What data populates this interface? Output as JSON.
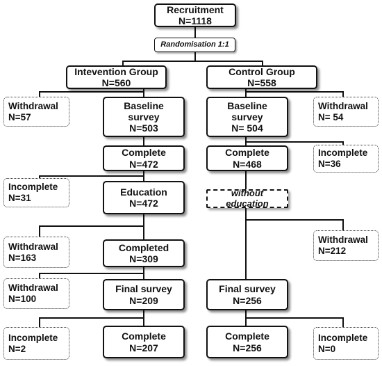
{
  "recruitment": {
    "title": "Recruitment",
    "n": "N=1118"
  },
  "randomisation": "Randomisation 1:1",
  "intervention": {
    "group": {
      "title": "Intevention Group",
      "n": "N=560"
    },
    "withdrawal_1": {
      "title": "Withdrawal",
      "n": "N=57"
    },
    "baseline": {
      "line1": "Baseline",
      "line2": "survey",
      "n": "N=503"
    },
    "complete_1": {
      "title": "Complete",
      "n": "N=472"
    },
    "incomplete_1": {
      "title": "Incomplete",
      "n": "N=31"
    },
    "education": {
      "title": "Education",
      "n": "N=472"
    },
    "withdrawal_2": {
      "title": "Withdrawal",
      "n": "N=163"
    },
    "completed": {
      "title": "Completed",
      "n": "N=309"
    },
    "withdrawal_3": {
      "title": "Withdrawal",
      "n": "N=100"
    },
    "final_survey": {
      "title": "Final survey",
      "n": "N=209"
    },
    "incomplete_2": {
      "title": "Incomplete",
      "n": "N=2"
    },
    "complete_2": {
      "title": "Complete",
      "n": "N=207"
    }
  },
  "control": {
    "group": {
      "title": "Control Group",
      "n": "N=558"
    },
    "withdrawal_1": {
      "title": "Withdrawal",
      "n": "N= 54"
    },
    "baseline": {
      "line1": "Baseline",
      "line2": "survey",
      "n": "N= 504"
    },
    "complete_1": {
      "title": "Complete",
      "n": "N=468"
    },
    "incomplete_1": {
      "title": "Incomplete",
      "n": "N=36"
    },
    "without_education": {
      "line1": "without",
      "line2": "education"
    },
    "withdrawal_2": {
      "title": "Withdrawal",
      "n": "N=212"
    },
    "final_survey": {
      "title": "Final survey",
      "n": "N=256"
    },
    "complete_2": {
      "title": "Complete",
      "n": "N=256"
    },
    "incomplete_2": {
      "title": "Incomplete",
      "n": "N=0"
    }
  }
}
